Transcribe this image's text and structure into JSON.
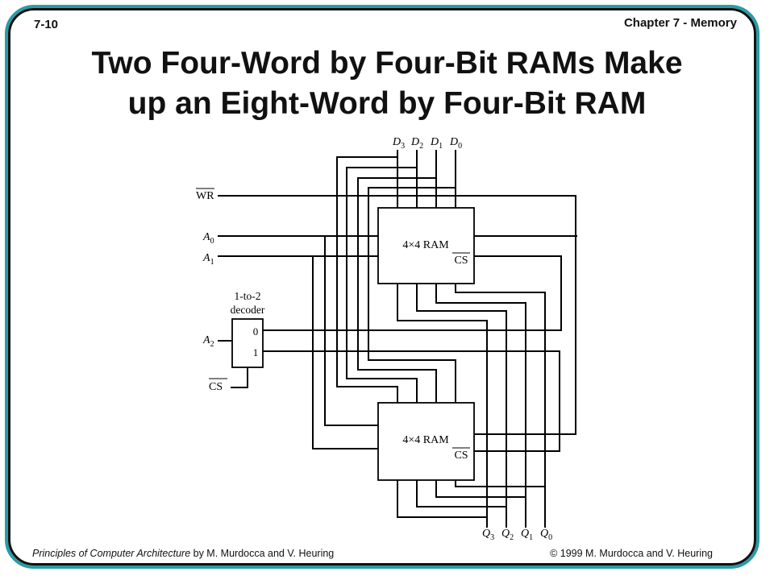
{
  "header": {
    "slide_number": "7-10",
    "chapter": "Chapter 7 - Memory"
  },
  "title": {
    "line1": "Two Four-Word by Four-Bit RAMs Make",
    "line2": "up an Eight-Word by Four-Bit RAM"
  },
  "diagram": {
    "inputs": {
      "wr": "WR",
      "a0": {
        "base": "A",
        "sub": "0"
      },
      "a1": {
        "base": "A",
        "sub": "1"
      },
      "a2": {
        "base": "A",
        "sub": "2"
      },
      "cs": "CS"
    },
    "data_in": [
      {
        "base": "D",
        "sub": "3"
      },
      {
        "base": "D",
        "sub": "2"
      },
      {
        "base": "D",
        "sub": "1"
      },
      {
        "base": "D",
        "sub": "0"
      }
    ],
    "data_out": [
      {
        "base": "Q",
        "sub": "3"
      },
      {
        "base": "Q",
        "sub": "2"
      },
      {
        "base": "Q",
        "sub": "1"
      },
      {
        "base": "Q",
        "sub": "0"
      }
    ],
    "decoder": {
      "label_line1": "1-to-2",
      "label_line2": "decoder",
      "out0": "0",
      "out1": "1"
    },
    "ram_top": {
      "label": "4×4 RAM",
      "cs": "CS"
    },
    "ram_bottom": {
      "label": "4×4 RAM",
      "cs": "CS"
    }
  },
  "footer": {
    "book_title": "Principles of Computer Architecture",
    "authors": " by M. Murdocca and V. Heuring",
    "copyright": "© 1999 M. Murdocca and V. Heuring"
  }
}
